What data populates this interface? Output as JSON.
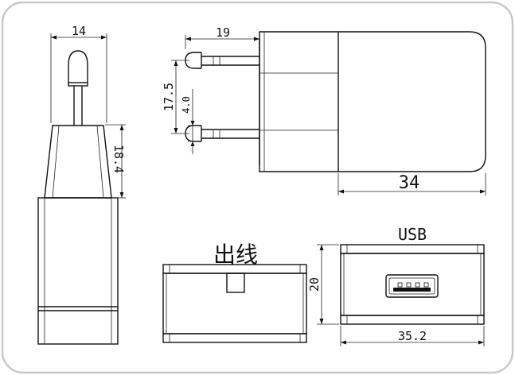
{
  "dimensions": {
    "side_width": "14",
    "side_height": "18.4",
    "pin_length": "19",
    "pin_spacing": "17.5",
    "pin_diameter": "4.0",
    "body_length": "34",
    "usb_height": "20",
    "usb_width": "35.2"
  },
  "labels": {
    "cable_exit": "出线",
    "usb": "USB"
  },
  "colors": {
    "line": "#111111",
    "frame": "#c9c9c9",
    "background": "#ffffff"
  }
}
